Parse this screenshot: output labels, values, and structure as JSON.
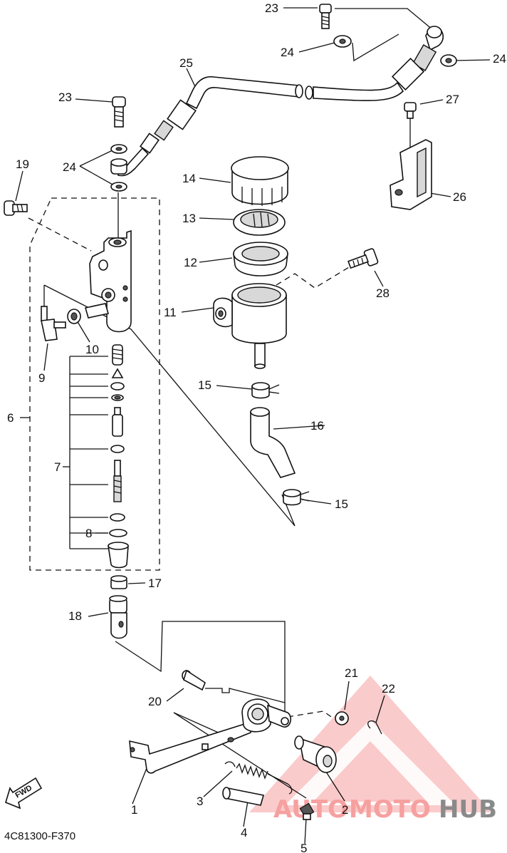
{
  "diagram_code": "4C81300-F370",
  "fwd_label": "FWD",
  "watermark": {
    "part1": "AUTO",
    "part2": "MOTO",
    "part3": "HUB",
    "color_light": "#f6a0a0",
    "color_dark": "#8a8a8a"
  },
  "callouts": {
    "p1": "1",
    "p2": "2",
    "p3": "3",
    "p4": "4",
    "p5": "5",
    "p6": "6",
    "p7": "7",
    "p8": "8",
    "p9": "9",
    "p10": "10",
    "p11": "11",
    "p12": "12",
    "p13": "13",
    "p14": "14",
    "p15a": "15",
    "p15b": "15",
    "p16": "16",
    "p17": "17",
    "p18": "18",
    "p19": "19",
    "p20": "20",
    "p21": "21",
    "p22": "22",
    "p23a": "23",
    "p23b": "23",
    "p24a": "24",
    "p24b": "24",
    "p24c": "24",
    "p25": "25",
    "p26": "26",
    "p27": "27",
    "p28": "28"
  }
}
